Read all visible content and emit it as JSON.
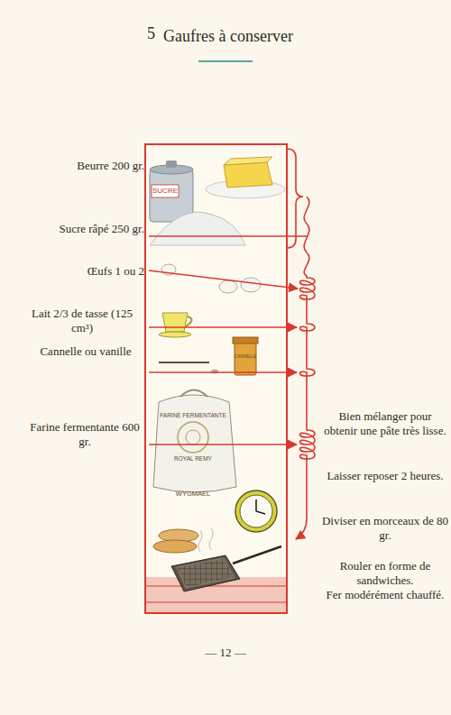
{
  "diagram": {
    "title": "Gaufres à conserver",
    "labels": [
      "5",
      "Beurre 200 gr.",
      "Sucre râpé 250 gr.",
      "Œufs 1 ou 2",
      "Lait 2/3 de tasse (125 cm³)",
      "Cannelle ou vanille",
      "Farine fermentante 600 gr.",
      "Bien mélanger pour obtenir une pâte très lisse.",
      "Laisser reposer 2 heures.",
      "Diviser en morceaux de 80 gr.",
      "Rouler en forme de sandwiches.",
      "Fer modérément chauffé.",
      "SUCRE",
      "CANNELLE",
      "FARINE FERMENTANTE",
      "ROYAL REMY",
      "WYGMAEL",
      "— 12 —"
    ]
  }
}
